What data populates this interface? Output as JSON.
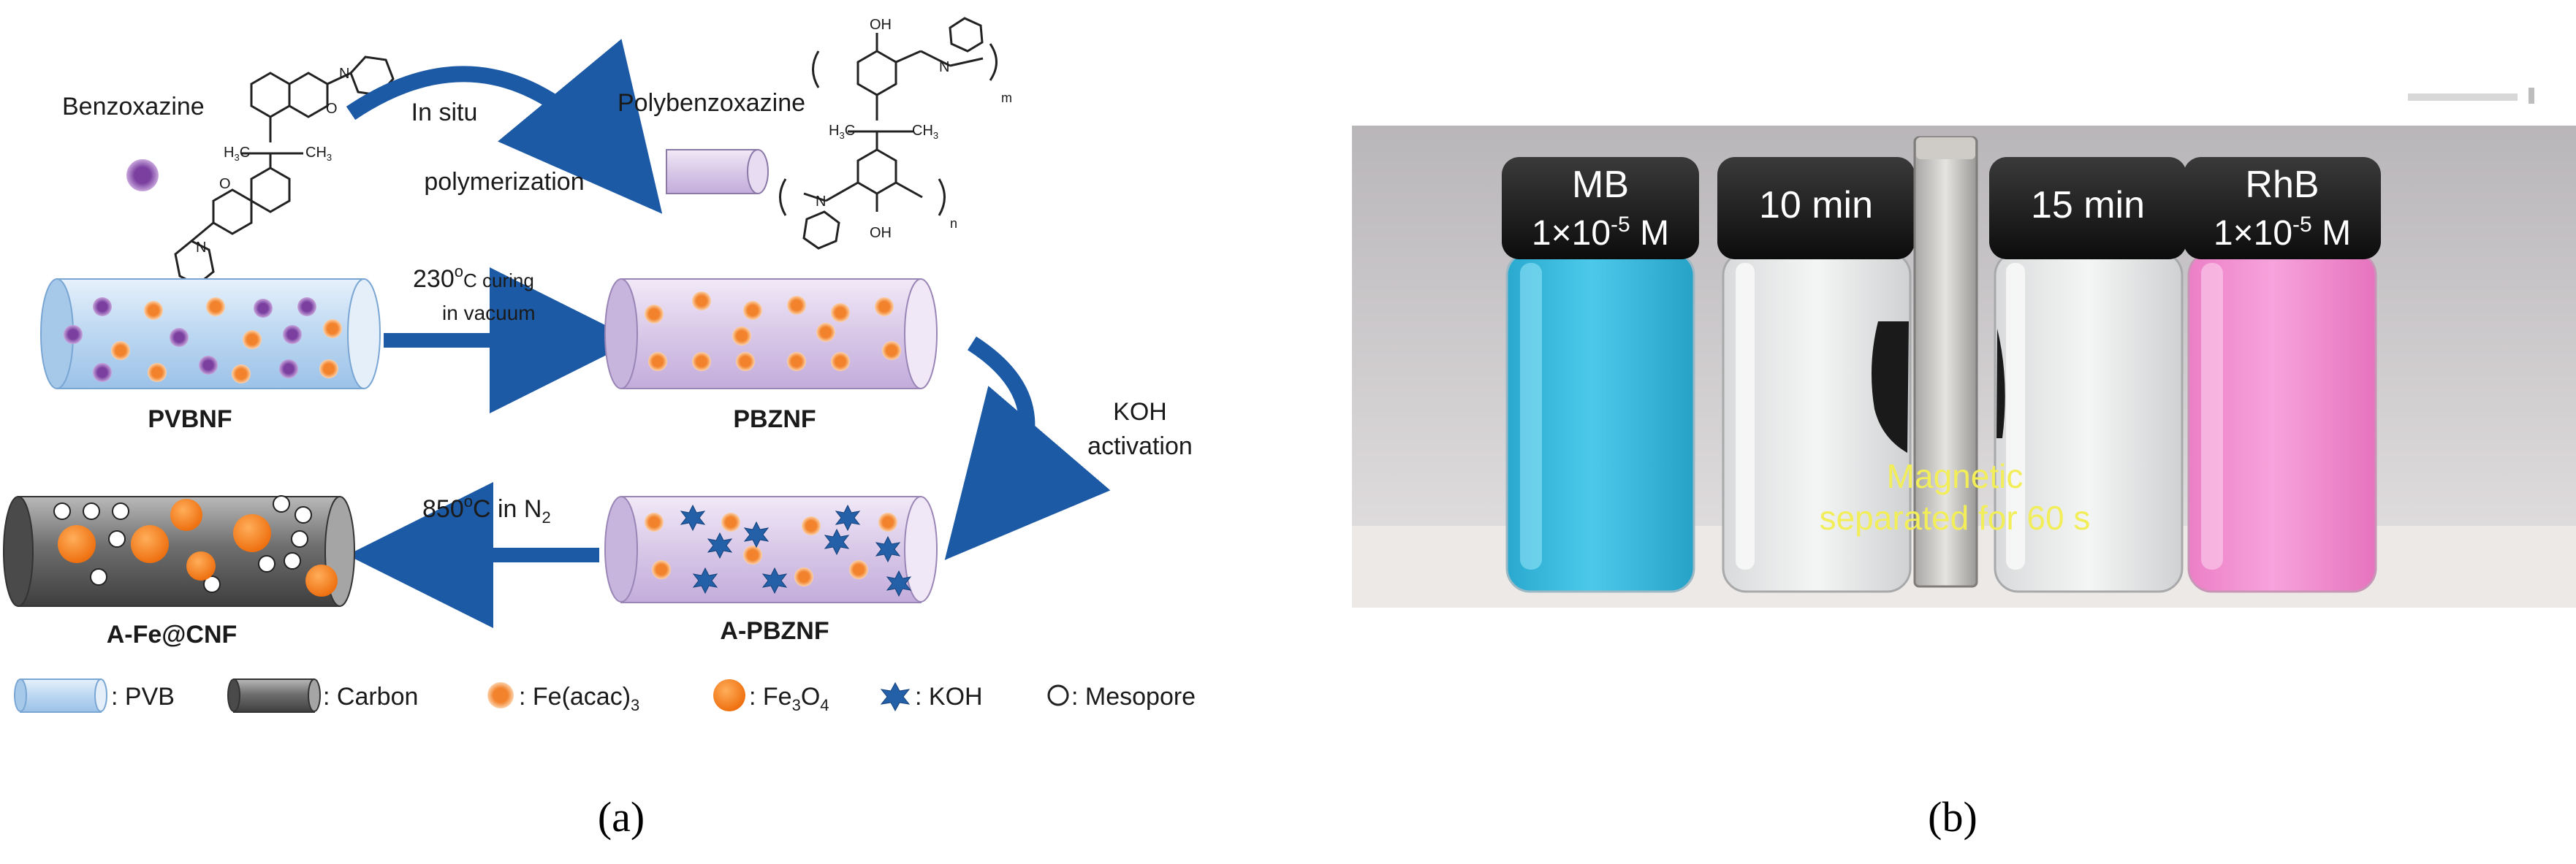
{
  "panel_a": {
    "benzoxazine_label": "Benzoxazine",
    "polybenzoxazine_label": "Polybenzoxazine",
    "step_polymerization": [
      "In situ",
      "polymerization"
    ],
    "step_curing": [
      "230",
      "o",
      "C curing",
      "in vacuum"
    ],
    "step_koh": [
      "KOH",
      "activation"
    ],
    "step_n2": [
      "850",
      "o",
      "C in N",
      "2"
    ],
    "fiber_pvbnf": "PVBNF",
    "fiber_pbznf": "PBZNF",
    "fiber_apbznf": "A-PBZNF",
    "fiber_afecnf": "A-Fe@CNF",
    "chem": {
      "h3c": "H",
      "three": "3",
      "c": "C",
      "ch3": "CH",
      "oh": "OH",
      "n": "N",
      "o": "O",
      "m": "m",
      "sub_n": "n"
    },
    "legend": {
      "pvb": ": PVB",
      "carbon": ": Carbon",
      "fe_acac": [
        ": Fe(acac)",
        "3"
      ],
      "fe3o4": [
        ": Fe",
        "3",
        "O",
        "4"
      ],
      "koh": ": KOH",
      "mesopore": ": Mesopore"
    },
    "caption": "(a)"
  },
  "panel_b": {
    "vial1": [
      "MB",
      "1×10",
      "-5",
      " M"
    ],
    "vial2": "10 min",
    "vial3": "15 min",
    "vial4": [
      "RhB",
      "1×10",
      "-5",
      " M"
    ],
    "magnetic_text": [
      "Magnetic",
      "separated for 60 s"
    ],
    "caption": "(b)"
  },
  "colors": {
    "arrow_blue": "#1c5aa6",
    "pvb_fiber": "#bcd7f1",
    "pbz_fiber": "#d9c8e8",
    "carbon_fiber": "#6f6f6f",
    "benzoxazine_dot": "#7a3f9f",
    "fe_acac_dot": "#f2832c",
    "koh_star": "#2460a7",
    "mb_liquid": "#38bde0",
    "rhb_liquid": "#f38fcf"
  }
}
